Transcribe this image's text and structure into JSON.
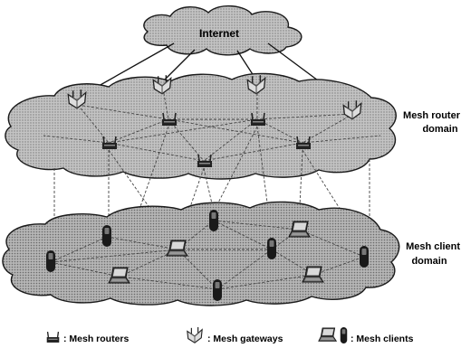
{
  "internet_label": "Internet",
  "router_domain": {
    "line1": "Mesh router",
    "line2": "domain"
  },
  "client_domain": {
    "line1": "Mesh client",
    "line2": "domain"
  },
  "legend": {
    "routers": ": Mesh routers",
    "gateways": ": Mesh gateways",
    "clients": ": Mesh clients"
  },
  "colors": {
    "cloud_fill": "#a8a8a8",
    "cloud_stroke": "#1a1a1a",
    "device_dark": "#222222",
    "line_dark": "#111111",
    "line_dashed": "#444444"
  },
  "icons": [
    "cloud-icon",
    "router-icon",
    "gateway-icon",
    "laptop-icon",
    "phone-icon"
  ]
}
